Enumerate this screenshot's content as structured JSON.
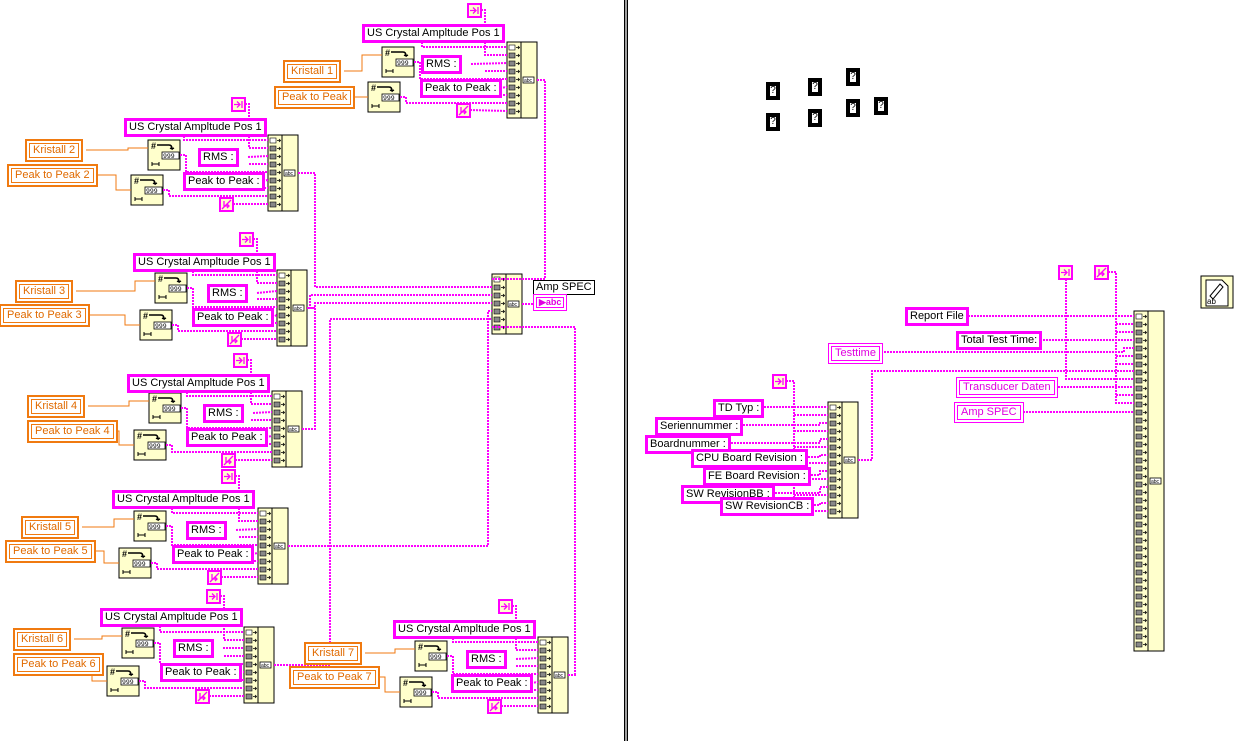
{
  "diagram": {
    "title_hint": "LabVIEW block diagram",
    "colors": {
      "wire": "#ff00ff",
      "control_orange": "#f07a10",
      "node_fill": "#ffffcc",
      "divider": "#a0a0a0"
    },
    "groups": [
      {
        "title": "US Crystal Ampltude Pos 1",
        "kristall": "Kristall 1",
        "peak": "Peak to Peak",
        "rms": "RMS :",
        "p2p": "Peak to Peak :"
      },
      {
        "title": "US Crystal Ampltude Pos 1",
        "kristall": "Kristall 2",
        "peak": "Peak to Peak 2",
        "rms": "RMS :",
        "p2p": "Peak to Peak :"
      },
      {
        "title": "US Crystal Ampltude Pos 1",
        "kristall": "Kristall 3",
        "peak": "Peak to Peak 3",
        "rms": "RMS :",
        "p2p": "Peak to Peak :"
      },
      {
        "title": "US Crystal Ampltude Pos 1",
        "kristall": "Kristall 4",
        "peak": "Peak to Peak 4",
        "rms": "RMS :",
        "p2p": "Peak to Peak :"
      },
      {
        "title": "US Crystal Ampltude Pos 1",
        "kristall": "Kristall 5",
        "peak": "Peak to Peak 5",
        "rms": "RMS :",
        "p2p": "Peak to Peak :"
      },
      {
        "title": "US Crystal Ampltude Pos 1",
        "kristall": "Kristall 6",
        "peak": "Peak to Peak 6",
        "rms": "RMS :",
        "p2p": "Peak to Peak :"
      },
      {
        "title": "US Crystal Ampltude Pos 1",
        "kristall": "Kristall 7",
        "peak": "Peak to Peak 7",
        "rms": "RMS :",
        "p2p": "Peak to Peak :"
      }
    ],
    "amp_spec": {
      "label": "Amp SPEC",
      "indicator": "abc"
    },
    "number_format": "999",
    "unknown_icon_glyph": "?",
    "td_concat": {
      "labels": [
        "TD Typ :",
        "Seriennummer :",
        "Boardnummer :",
        "CPU  Board Revision :",
        "FE Board Revision :",
        "SW RevisionBB :",
        "SW RevisionCB :"
      ]
    },
    "report": {
      "report_file": "Report File",
      "total_test_time": "Total Test Time:",
      "testtime": "Testtime",
      "transducer_daten": "Transducer Daten",
      "amp_spec": "Amp SPEC"
    }
  }
}
